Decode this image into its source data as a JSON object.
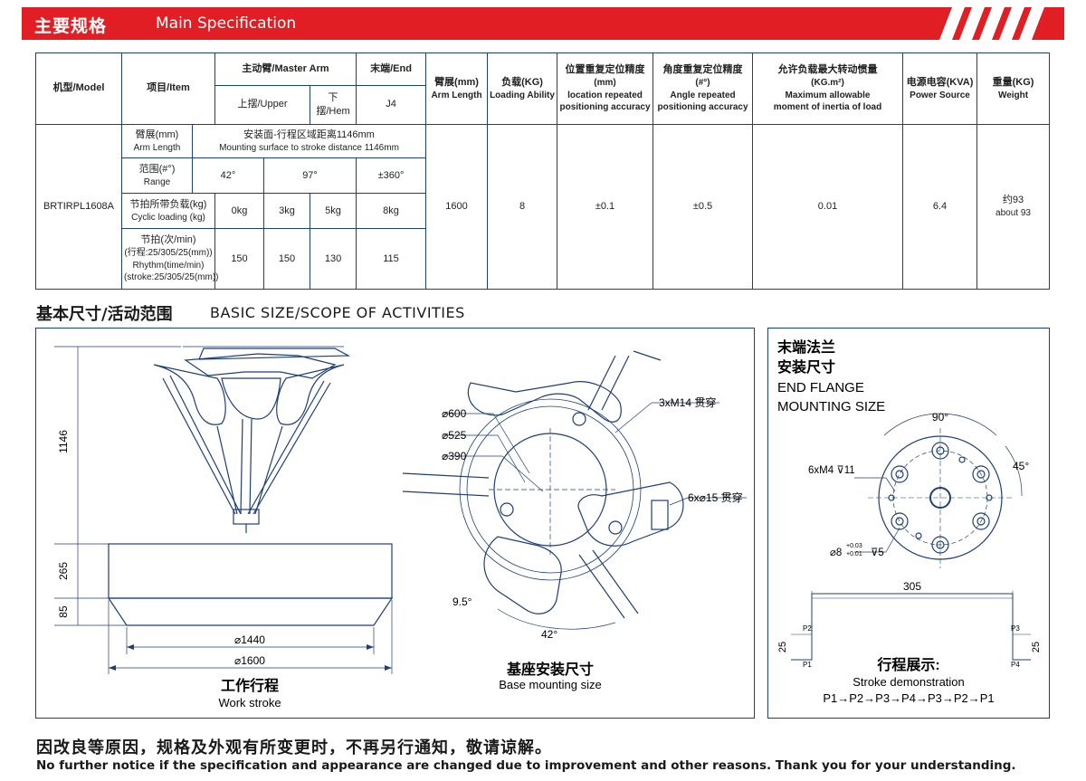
{
  "header": {
    "title_cn": "主要规格",
    "title_en": "Main Specification"
  },
  "table": {
    "model_header": "机型/Model",
    "item_header": "项目/Item",
    "master_arm": "主动臂/Master Arm",
    "end": "末端/End",
    "upper": "上摆/Upper",
    "hem": "下摆/Hem",
    "j4": "J4",
    "arm_length_h_cn": "臂展(mm)",
    "arm_length_h_en": "Arm Length",
    "loading_h_cn": "负载(KG)",
    "loading_h_en": "Loading Ability",
    "loc_acc_cn1": "位置重复定位精度",
    "loc_acc_cn2": "(mm)",
    "loc_acc_en1": "location repeated",
    "loc_acc_en2": "positioning accuracy",
    "ang_acc_cn1": "角度重复定位精度",
    "ang_acc_cn2": "(#°)",
    "ang_acc_en1": "Angle  repeated",
    "ang_acc_en2": "positioning accuracy",
    "inertia_cn1": "允许负载最大转动惯量",
    "inertia_cn2": "(KG.m²)",
    "inertia_en1": "Maximum allowable",
    "inertia_en2": "moment of inertia of load",
    "power_cn": "电源电容(KVA)",
    "power_en": "Power Source",
    "weight_cn": "重量(KG)",
    "weight_en": "Weight",
    "model": "BRTIRPL1608A",
    "row_arm_cn": "臂展(mm)",
    "row_arm_en": "Arm Length",
    "row_arm_val_cn": "安装面-行程区域距离1146mm",
    "row_arm_val_en": "Mounting surface to stroke distance 1146mm",
    "row_range_cn": "范围(#°)",
    "row_range_en": "Range",
    "range_upper": "42°",
    "range_hem": "97°",
    "range_j4": "±360°",
    "row_cyc_cn": "节拍所带负载(kg)",
    "row_cyc_en": "Cyclic loading  (kg)",
    "cyc_loads": [
      "0kg",
      "3kg",
      "5kg",
      "8kg"
    ],
    "row_rhythm_cn1": "节拍(次/min)",
    "row_rhythm_cn2": "(行程:25/305/25(mm))",
    "row_rhythm_en1": "Rhythm(time/min)",
    "row_rhythm_en2": "(stroke:25/305/25(mm))",
    "rhythm_vals": [
      "150",
      "150",
      "130",
      "115"
    ],
    "arm_length": "1600",
    "loading": "8",
    "loc_acc": "±0.1",
    "ang_acc": "±0.5",
    "inertia": "0.01",
    "power": "6.4",
    "weight_cn_val": "约93",
    "weight_en_val": "about 93"
  },
  "section2": {
    "title_cn": "基本尺寸/活动范围",
    "title_en": "BASIC SIZE/SCOPE OF ACTIVITIES"
  },
  "work_stroke": {
    "title_cn": "工作行程",
    "title_en": "Work stroke",
    "dim_1146": "1146",
    "dim_265": "265",
    "dim_85": "85",
    "dim_1440": "⌀1440",
    "dim_1600": "⌀1600"
  },
  "base": {
    "title_cn": "基座安装尺寸",
    "title_en": "Base mounting size",
    "d600": "⌀600",
    "d525": "⌀525",
    "d390": "⌀390",
    "m14": "3xM14 贯穿",
    "d15": "6x⌀15 贯穿",
    "a95": "9.5°",
    "a42": "42°"
  },
  "flange": {
    "title_cn1": "末端法兰",
    "title_cn2": "安装尺寸",
    "title_en1": "END FLANGE",
    "title_en2": "MOUNTING SIZE",
    "a90": "90°",
    "a45": "45°",
    "m4": "6xM4 ⊽11",
    "d8": "⌀8",
    "tol_up": "+0.03",
    "tol_dn": "+0.01",
    "depth": "⊽5"
  },
  "stroke_demo": {
    "d305": "305",
    "d25a": "25",
    "d25b": "25",
    "p1": "P1",
    "p2": "P2",
    "p3": "P3",
    "p4": "P4",
    "title_cn": "行程展示:",
    "title_en": "Stroke demonstration",
    "sequence": "P1→P2→P3→P4→P3→P2→P1"
  },
  "footer": {
    "cn": "因改良等原因，规格及外观有所变更时，不再另行通知，敬请谅解。",
    "en": "No further notice if the specification and appearance are changed due to improvement and other reasons. Thank you for your understanding."
  },
  "colors": {
    "brand_red": "#e01e24",
    "line_blue": "#1e3f73"
  }
}
